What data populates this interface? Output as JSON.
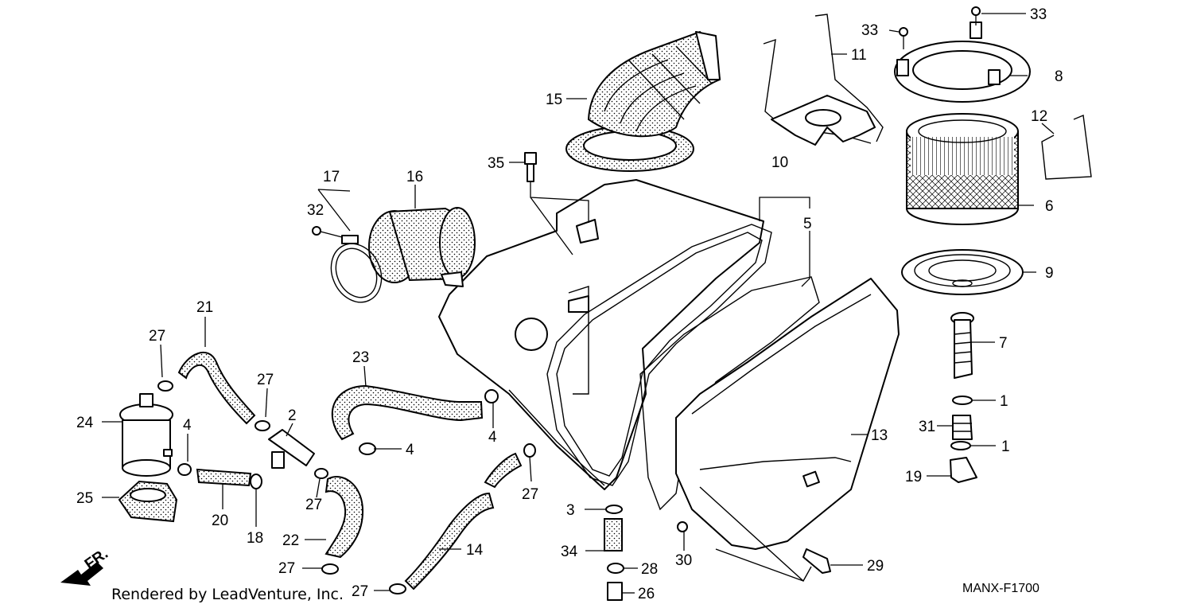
{
  "callouts": {
    "c1a": "1",
    "c1b": "1",
    "c2": "2",
    "c3": "3",
    "c4a": "4",
    "c4b": "4",
    "c4c": "4",
    "c5": "5",
    "c6": "6",
    "c7": "7",
    "c8": "8",
    "c9": "9",
    "c10": "10",
    "c11": "11",
    "c12": "12",
    "c13": "13",
    "c14": "14",
    "c15": "15",
    "c16": "16",
    "c17": "17",
    "c18": "18",
    "c19": "19",
    "c20": "20",
    "c21": "21",
    "c22": "22",
    "c23": "23",
    "c24": "24",
    "c25": "25",
    "c26": "26",
    "c27a": "27",
    "c27b": "27",
    "c27c": "27",
    "c27d": "27",
    "c27e": "27",
    "c27f": "27",
    "c28": "28",
    "c29": "29",
    "c30": "30",
    "c31": "31",
    "c32": "32",
    "c33a": "33",
    "c33b": "33",
    "c34": "34",
    "c35": "35"
  },
  "footer": {
    "rendered_by": "Rendered by LeadVenture, Inc.",
    "diagram_code": "MANX-F1700",
    "front_marker": "FR."
  },
  "colors": {
    "ink": "#000000",
    "paper": "#ffffff"
  }
}
